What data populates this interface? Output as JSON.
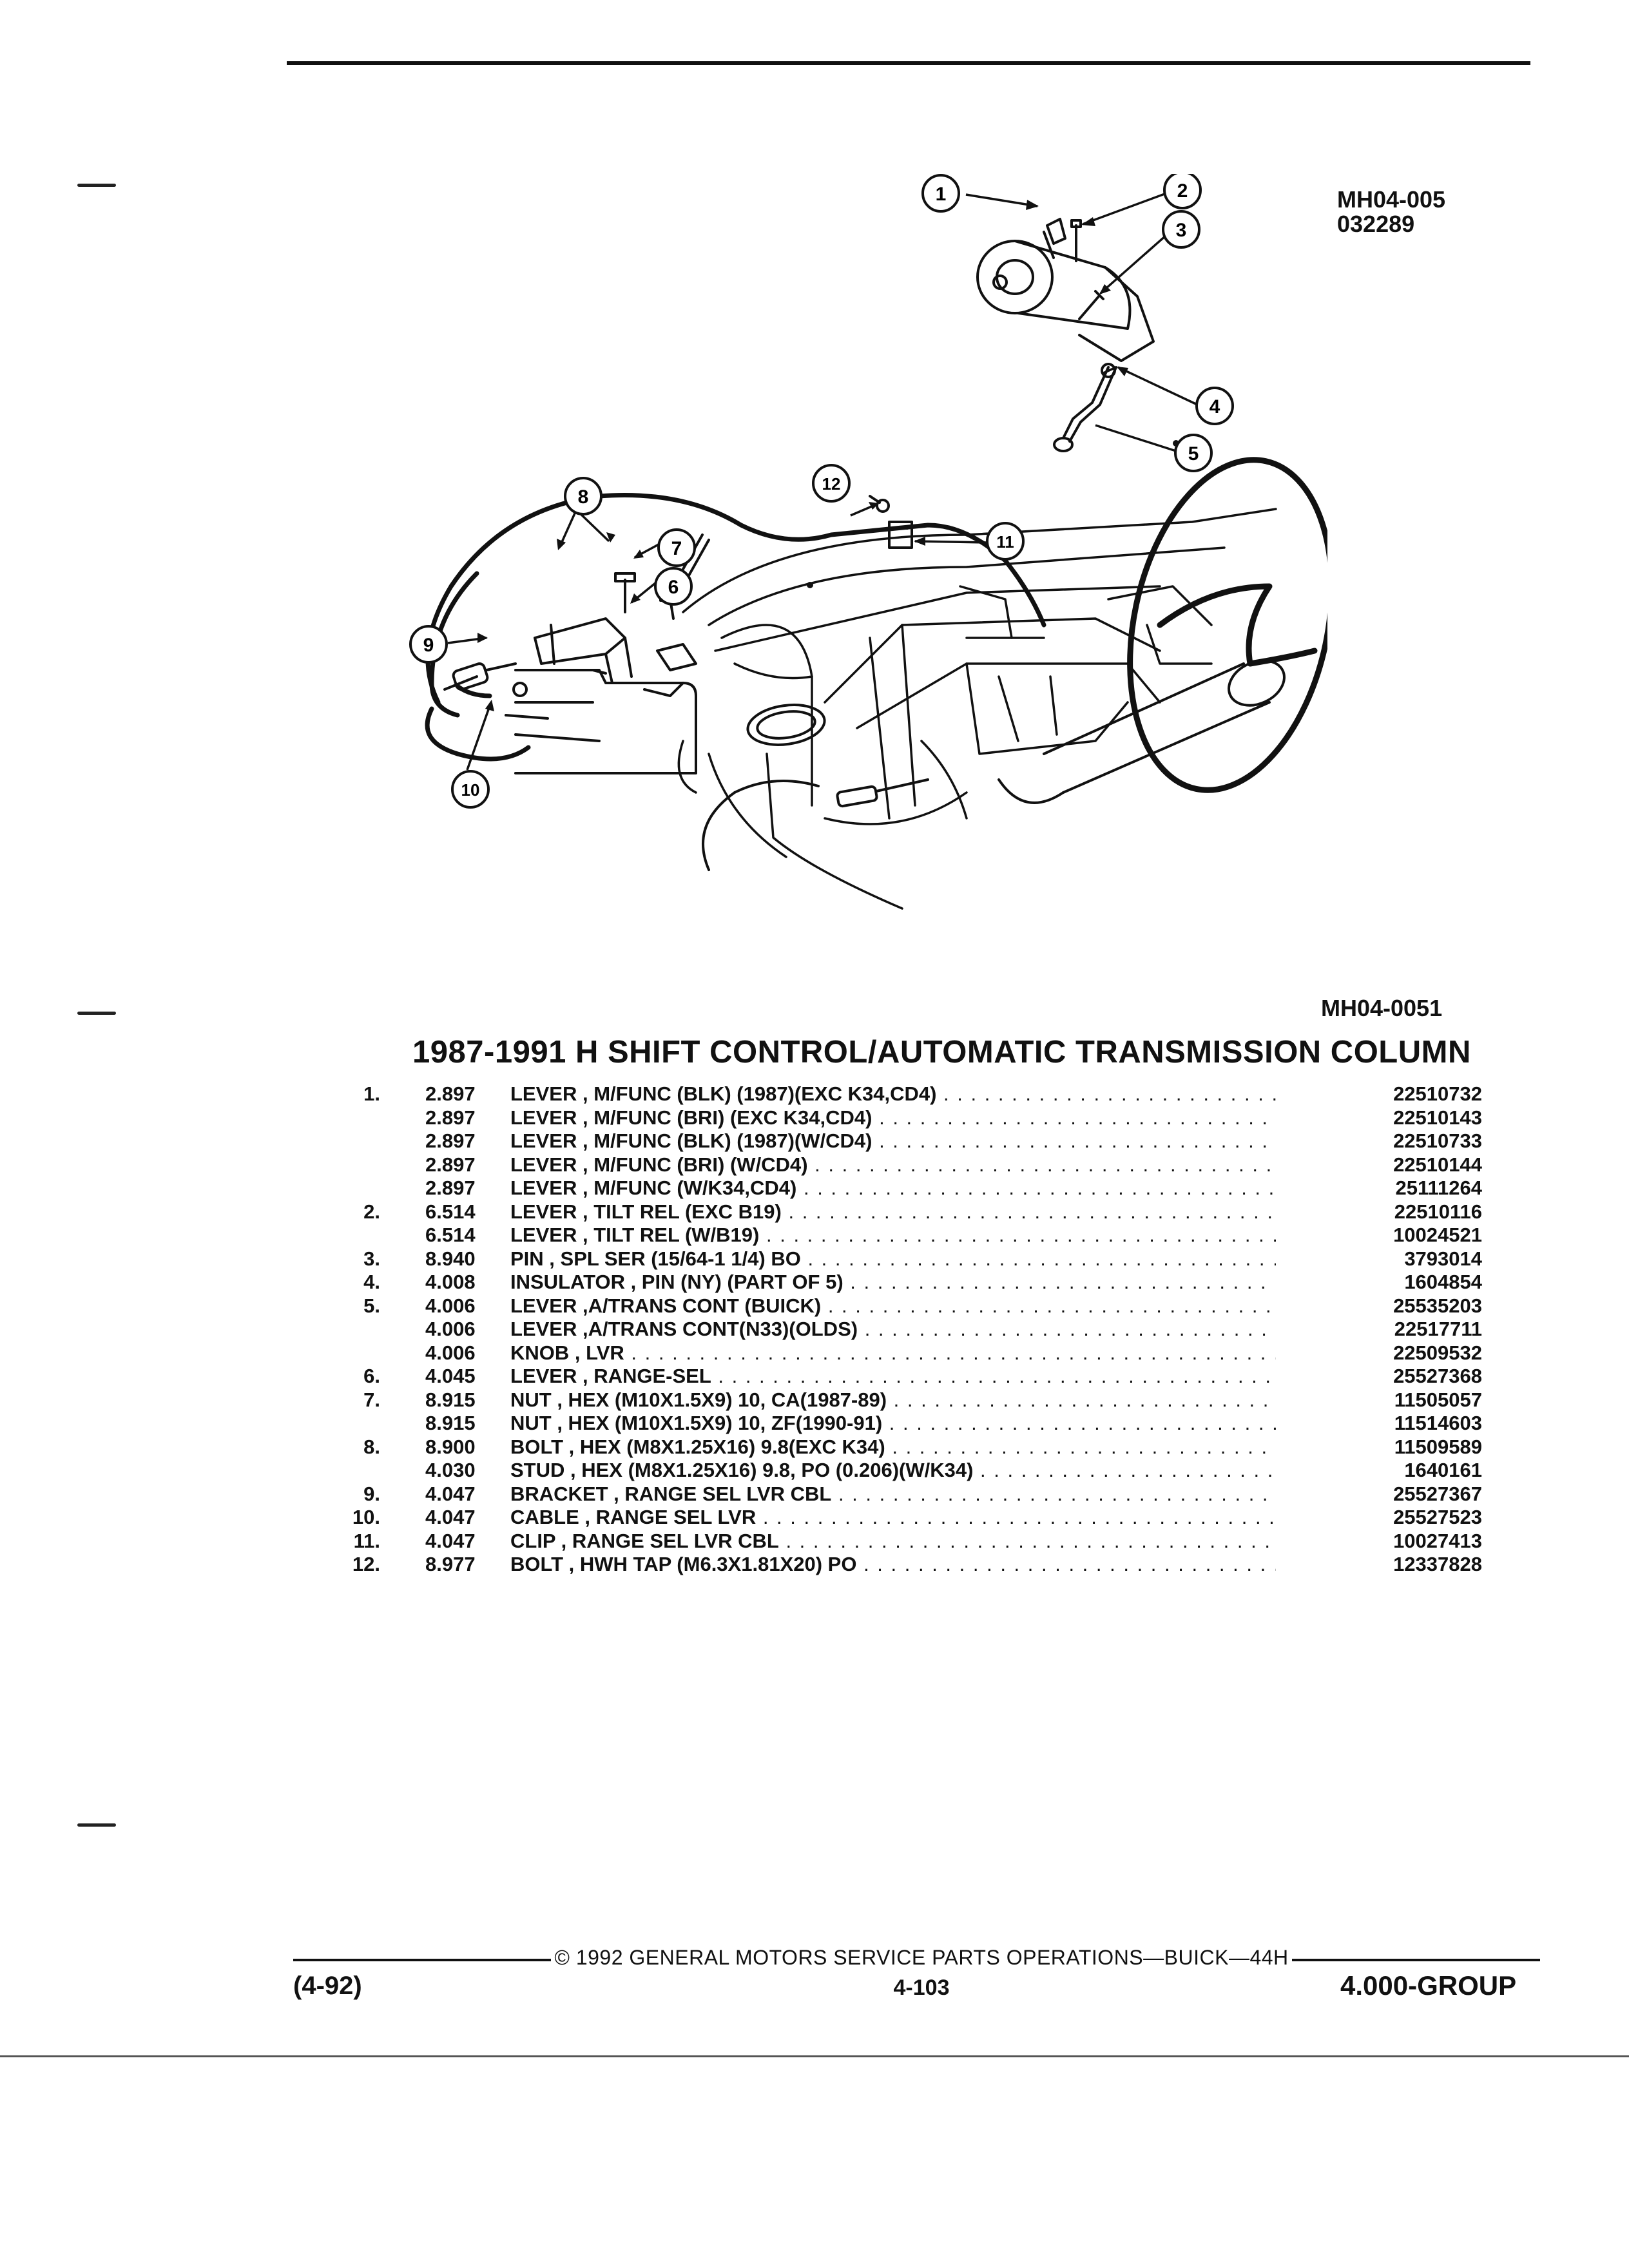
{
  "figure": {
    "ref_top": "MH04-005",
    "ref_date": "032289",
    "ref_bottom": "MH04-0051",
    "callouts": [
      "1",
      "2",
      "3",
      "4",
      "5",
      "6",
      "7",
      "8",
      "9",
      "10",
      "11",
      "12"
    ]
  },
  "title": "1987-1991 H SHIFT CONTROL/AUTOMATIC TRANSMISSION COLUMN",
  "parts": [
    {
      "ref": "1.",
      "group": "2.897",
      "desc": "LEVER , M/FUNC (BLK) (1987)(EXC K34,CD4)",
      "pn": "22510732"
    },
    {
      "ref": "",
      "group": "2.897",
      "desc": "LEVER , M/FUNC (BRI) (EXC K34,CD4)",
      "pn": "22510143"
    },
    {
      "ref": "",
      "group": "2.897",
      "desc": "LEVER , M/FUNC (BLK) (1987)(W/CD4)",
      "pn": "22510733"
    },
    {
      "ref": "",
      "group": "2.897",
      "desc": "LEVER , M/FUNC (BRI) (W/CD4)",
      "pn": "22510144"
    },
    {
      "ref": "",
      "group": "2.897",
      "desc": "LEVER , M/FUNC (W/K34,CD4)",
      "pn": "25111264"
    },
    {
      "ref": "2.",
      "group": "6.514",
      "desc": "LEVER , TILT REL (EXC B19)",
      "pn": "22510116"
    },
    {
      "ref": "",
      "group": "6.514",
      "desc": "LEVER , TILT REL (W/B19)",
      "pn": "10024521"
    },
    {
      "ref": "3.",
      "group": "8.940",
      "desc": "PIN , SPL SER (15/64-1 1/4) BO",
      "pn": "3793014"
    },
    {
      "ref": "4.",
      "group": "4.008",
      "desc": "INSULATOR , PIN (NY) (PART OF 5)",
      "pn": "1604854"
    },
    {
      "ref": "5.",
      "group": "4.006",
      "desc": "LEVER ,A/TRANS CONT (BUICK)",
      "pn": "25535203"
    },
    {
      "ref": "",
      "group": "4.006",
      "desc": "LEVER ,A/TRANS CONT(N33)(OLDS)",
      "pn": "22517711"
    },
    {
      "ref": "",
      "group": "4.006",
      "desc": "KNOB , LVR",
      "pn": "22509532"
    },
    {
      "ref": "6.",
      "group": "4.045",
      "desc": "LEVER , RANGE-SEL",
      "pn": "25527368"
    },
    {
      "ref": "7.",
      "group": "8.915",
      "desc": "NUT , HEX (M10X1.5X9) 10, CA(1987-89)",
      "pn": "11505057"
    },
    {
      "ref": "",
      "group": "8.915",
      "desc": "NUT , HEX (M10X1.5X9) 10, ZF(1990-91)",
      "pn": "11514603"
    },
    {
      "ref": "8.",
      "group": "8.900",
      "desc": "BOLT , HEX (M8X1.25X16) 9.8(EXC K34)",
      "pn": "11509589"
    },
    {
      "ref": "",
      "group": "4.030",
      "desc": "STUD , HEX (M8X1.25X16) 9.8, PO (0.206)(W/K34)",
      "pn": "1640161"
    },
    {
      "ref": "9.",
      "group": "4.047",
      "desc": "BRACKET , RANGE SEL LVR CBL",
      "pn": "25527367"
    },
    {
      "ref": "10.",
      "group": "4.047",
      "desc": "CABLE , RANGE SEL LVR",
      "pn": "25527523"
    },
    {
      "ref": "11.",
      "group": "4.047",
      "desc": "CLIP , RANGE SEL LVR CBL",
      "pn": "10027413"
    },
    {
      "ref": "12.",
      "group": "8.977",
      "desc": "BOLT , HWH TAP (M6.3X1.81X20) PO",
      "pn": "12337828"
    }
  ],
  "footer": {
    "copyright": "© 1992 GENERAL MOTORS SERVICE PARTS OPERATIONS—BUICK—44H",
    "date_code": "(4-92)",
    "page": "4-103",
    "group": "4.000-GROUP"
  }
}
